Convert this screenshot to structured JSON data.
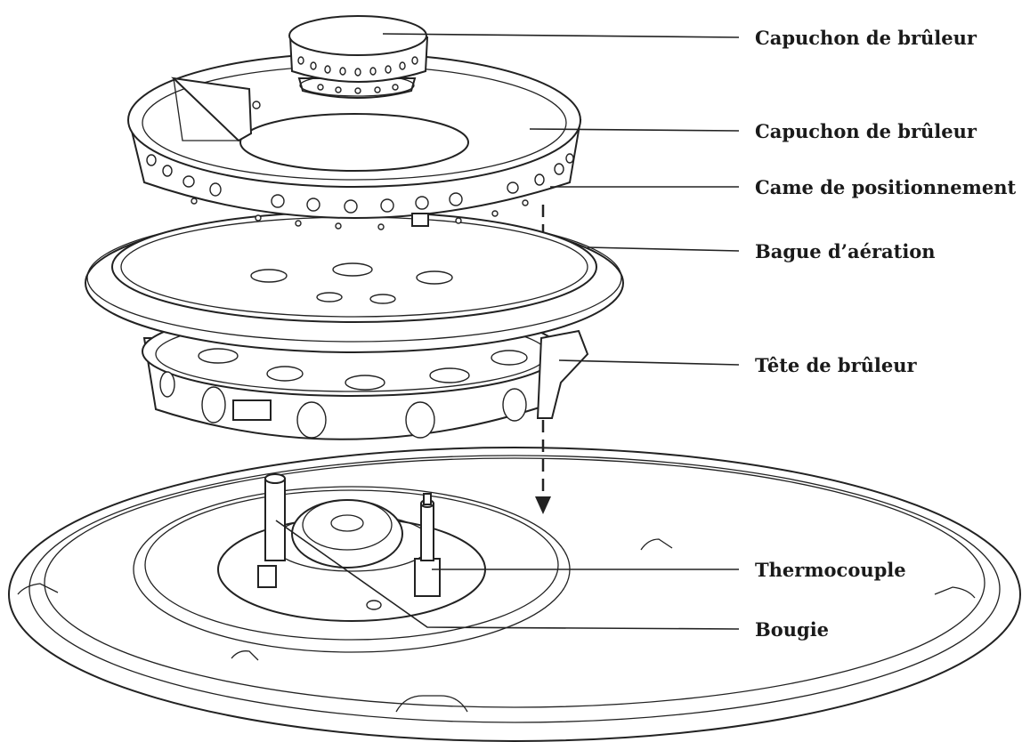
{
  "labels": {
    "burner_cap_small": "Capuchon de brûleur",
    "burner_cap_large": "Capuchon de brûleur",
    "positioning_cam": "Came de positionnement",
    "aeration_ring": "Bague d’aération",
    "burner_head": "Tête de brûleur",
    "thermocouple": "Thermocouple",
    "spark_plug": "Bougie"
  },
  "colors": {
    "line": "#222222",
    "text": "#1a1a1a",
    "background": "#ffffff"
  }
}
